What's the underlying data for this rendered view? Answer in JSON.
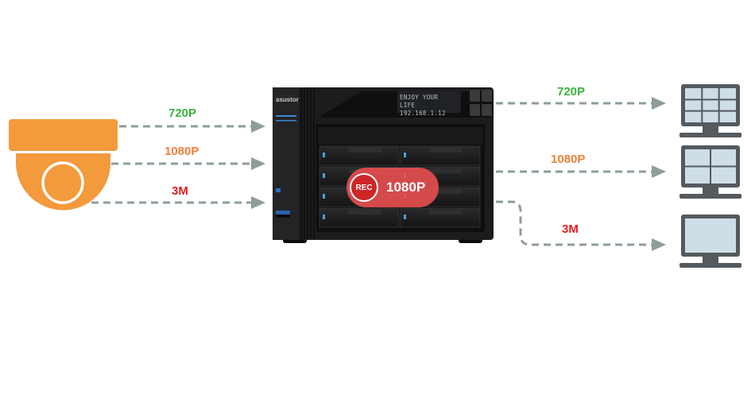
{
  "colors": {
    "camera": "#f39a3c",
    "res_720": "#3db03d",
    "res_1080": "#ef7f3a",
    "res_3m": "#e21b1b",
    "arrow": "#8e9c9c",
    "nas_body": "#1c1c1e",
    "monitor_frame": "#555a5e",
    "monitor_screen": "#cfdde6",
    "rec_pill": "#ee5050"
  },
  "inputs": [
    {
      "label": "720P"
    },
    {
      "label": "1080P"
    },
    {
      "label": "3M"
    }
  ],
  "outputs": [
    {
      "label": "720P",
      "layout": "3x3-grid"
    },
    {
      "label": "1080P",
      "layout": "2x2-grid"
    },
    {
      "label": "3M",
      "layout": "single"
    }
  ],
  "nas": {
    "brand": "asustor",
    "lcd_line1": "ENJOY YOUR LIFE",
    "lcd_line2": "192.168.1.12",
    "bays": 8
  },
  "recording": {
    "badge": "REC",
    "resolution": "1080P"
  },
  "icons": {
    "camera": "dome-camera-icon",
    "monitor": "monitor-icon",
    "arrow": "dashed-arrow"
  }
}
